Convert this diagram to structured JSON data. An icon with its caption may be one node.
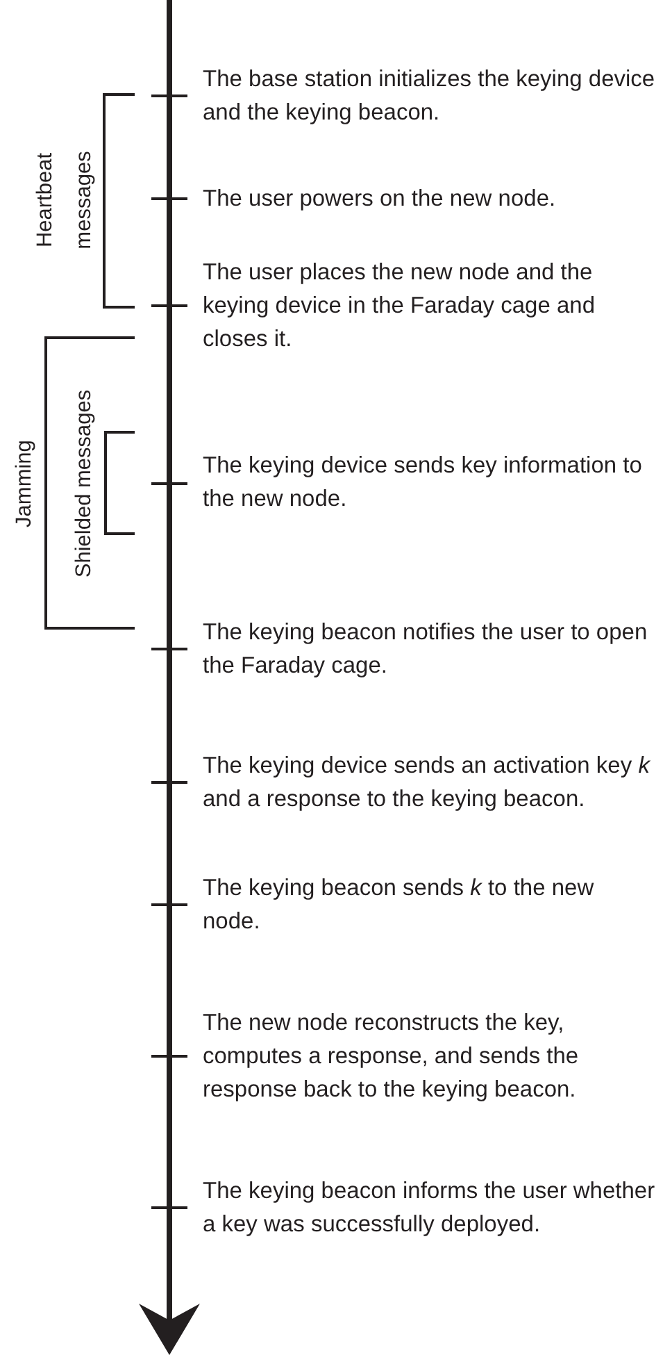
{
  "diagram": {
    "labels": [
      "The base station initializes the keying device and the keying beacon.",
      "Heartbeat messages",
      "The user powers on the new node.",
      "The user places the new node and the keying device in the Faraday cage and closes it.",
      "Jamming",
      "Shielded messages",
      "The keying device sends key information to the new node.",
      "The keying beacon notifies the user to open the Faraday cage.",
      "The keying device sends an activation key *k* and a response to the keying beacon.",
      "The keying beacon sends *k* to the new node.",
      "The new node reconstructs the key, computes a response, and sends the response back to the keying beacon.",
      "The keying beacon informs the user whether a key was successfully deployed."
    ]
  }
}
